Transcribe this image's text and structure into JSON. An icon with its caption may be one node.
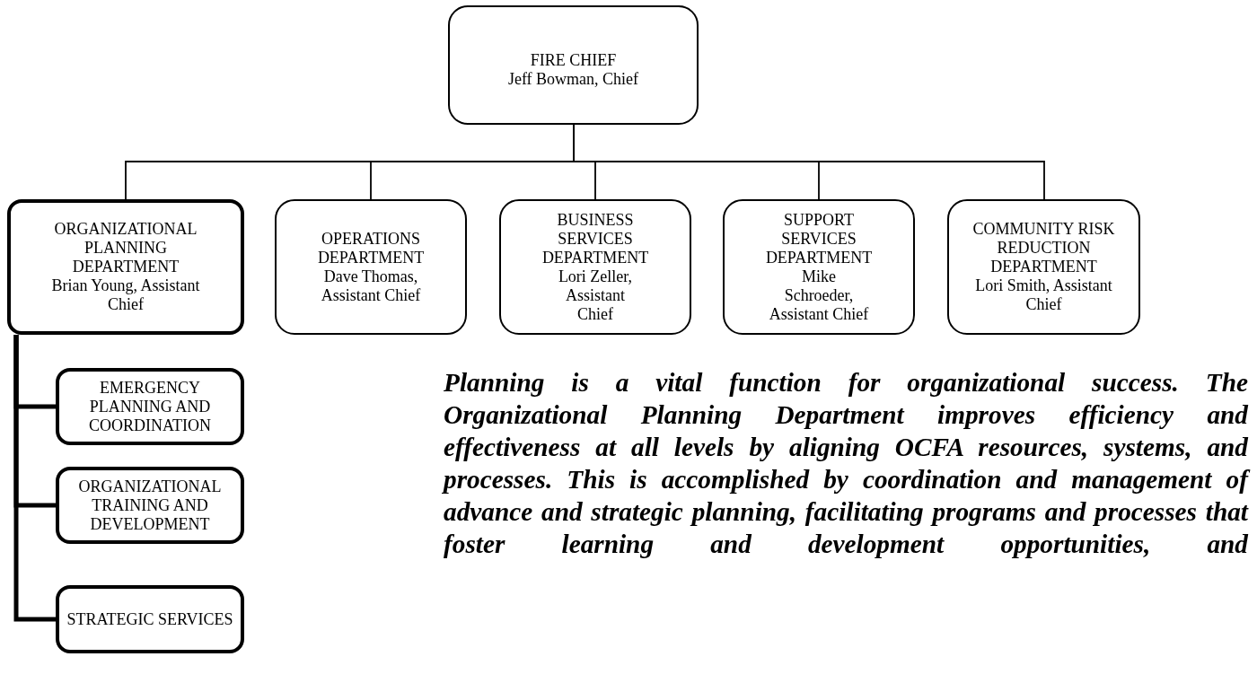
{
  "diagram": {
    "nodes": [
      {
        "text": [
          "FIRE CHIEF",
          "Jeff Bowman, Chief"
        ]
      },
      {
        "text": [
          "ORGANIZATIONAL PLANNING DEPARTMENT",
          "Brian Young, Assistant Chief"
        ]
      },
      {
        "text": [
          "OPERATIONS DEPARTMENT",
          "Dave Thomas, Assistant Chief"
        ]
      },
      {
        "text": [
          "BUSINESS SERVICES DEPARTMENT",
          "Lori Zeller, Assistant Chief"
        ]
      },
      {
        "text": [
          "SUPPORT SERVICES DEPARTMENT",
          "Mike Schroeder, Assistant Chief"
        ]
      },
      {
        "text": [
          "COMMUNITY RISK REDUCTION DEPARTMENT",
          "Lori Smith, Assistant Chief"
        ]
      },
      {
        "text": [
          "EMERGENCY PLANNING AND COORDINATION"
        ]
      },
      {
        "text": [
          "ORGANIZATIONAL TRAINING AND DEVELOPMENT"
        ]
      },
      {
        "text": [
          "STRATEGIC SERVICES"
        ]
      }
    ],
    "edges": [
      {
        "from": 0,
        "to": 1,
        "arrow": "none"
      },
      {
        "from": 0,
        "to": 2,
        "arrow": "none"
      },
      {
        "from": 0,
        "to": 3,
        "arrow": "none"
      },
      {
        "from": 0,
        "to": 4,
        "arrow": "none"
      },
      {
        "from": 0,
        "to": 5,
        "arrow": "none"
      },
      {
        "from": 1,
        "to": 6,
        "arrow": "none",
        "style": "thick"
      },
      {
        "from": 1,
        "to": 7,
        "arrow": "none",
        "style": "thick"
      },
      {
        "from": 1,
        "to": 8,
        "arrow": "none",
        "style": "thick"
      }
    ],
    "labels": [
      "Planning is a vital function for organizational success.  The Organizational Planning Department improves efficiency and effectiveness at all levels by aligning OCFA resources, systems, and processes.  This is accomplished by coordination and management of advance and strategic planning, facilitating programs and processes that foster learning and development opportunities, and"
    ]
  }
}
